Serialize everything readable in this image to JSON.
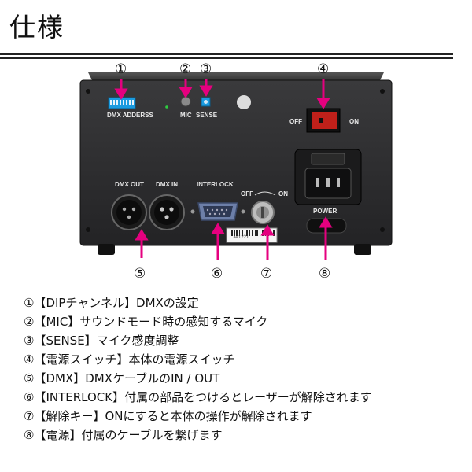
{
  "page": {
    "title": "仕様"
  },
  "device": {
    "callouts": {
      "c1": "①",
      "c2": "②",
      "c3": "③",
      "c4": "④",
      "c5": "⑤",
      "c6": "⑥",
      "c7": "⑦",
      "c8": "⑧"
    },
    "labels": {
      "dmx_address": "DMX ADDERSS",
      "mic": "MIC",
      "sense": "SENSE",
      "off": "OFF",
      "on": "ON",
      "dmx_out": "DMX OUT",
      "dmx_in": "DMX IN",
      "interlock": "INTERLOCK",
      "key_off": "OFF",
      "key_on": "ON",
      "power": "POWER",
      "serial": "JA1221"
    },
    "colors": {
      "panel": "#2b2b2d",
      "arrow": "#e5007f",
      "dip_switch": "#1a9be0",
      "rocker": "#c0201a"
    }
  },
  "specs": [
    "①【DIPチャンネル】DMXの設定",
    "②【MIC】サウンドモード時の感知するマイク",
    "③【SENSE】マイク感度調整",
    "④【電源スイッチ】本体の電源スイッチ",
    "⑤【DMX】DMXケーブルのIN / OUT",
    "⑥【INTERLOCK】付属の部品をつけるとレーザーが解除されます",
    "⑦【解除キー】ONにすると本体の操作が解除されます",
    "⑧【電源】付属のケーブルを繋げます"
  ]
}
